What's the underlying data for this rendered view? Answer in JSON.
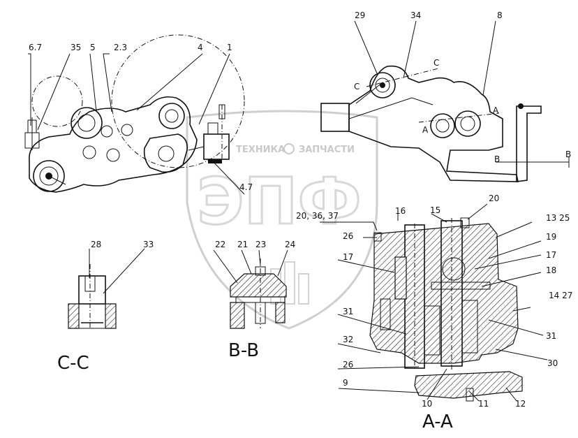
{
  "watermark": {
    "company": "ТЕХНИКА",
    "company2": "ЗАПЧАСТИ",
    "logo": "ЭПФ"
  },
  "callouts": {
    "c6_7": "6.7",
    "c35": "35",
    "c5": "5",
    "c2_3": "2.3",
    "c4": "4",
    "c1": "1",
    "c4_7": "4.7",
    "c29": "29",
    "c34": "34",
    "c8": "8",
    "c20_36_37": "20, 36, 37",
    "c16": "16",
    "c15": "15",
    "c20": "20",
    "c13_25": "13 25",
    "c26a": "26",
    "c19": "19",
    "c17a": "17",
    "c17b": "17",
    "c18": "18",
    "c14_27": "14 27",
    "c31a": "31",
    "c31b": "31",
    "c32": "32",
    "c30": "30",
    "c26b": "26",
    "c9": "9",
    "c10": "10",
    "c11": "11",
    "c12": "12",
    "c28": "28",
    "c33": "33",
    "c22": "22",
    "c21": "21",
    "c23": "23",
    "c24": "24"
  },
  "section_marks": {
    "c_left": "C",
    "c_right": "C",
    "a_left": "A",
    "a_right": "A",
    "b_left": "B",
    "b_right": "B"
  },
  "section_titles": {
    "cc": "C-C",
    "bb": "B-B",
    "aa": "A-A"
  }
}
